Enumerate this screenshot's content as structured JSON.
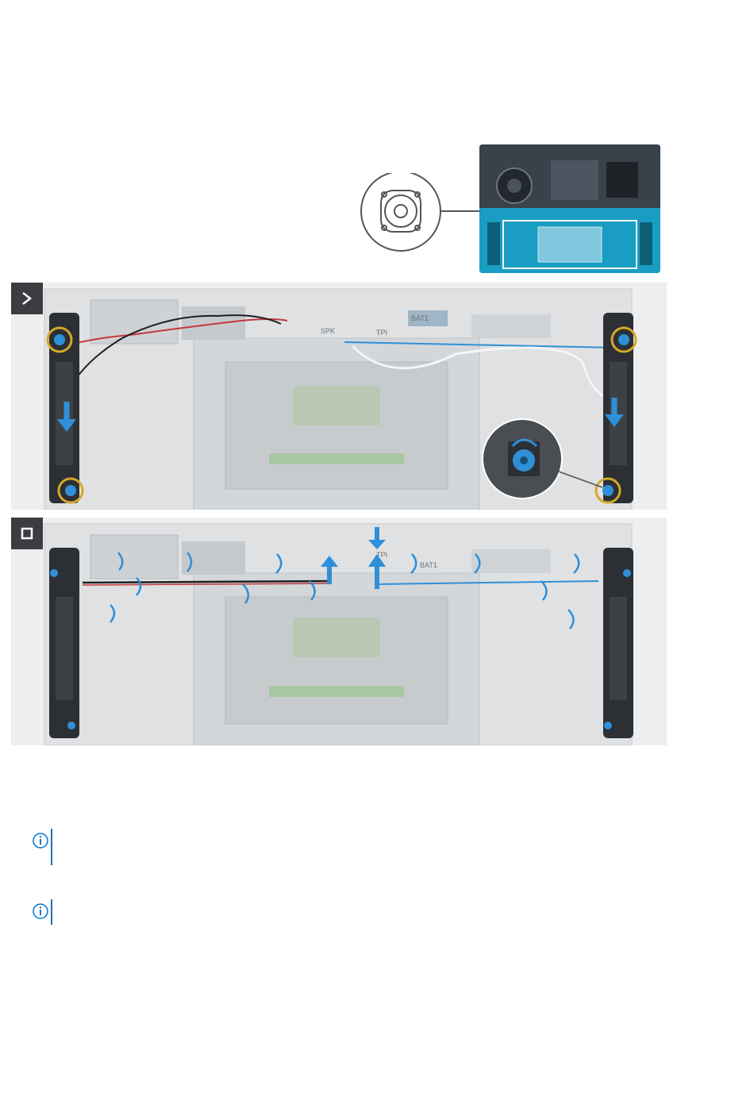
{
  "figure": {
    "overview": {
      "icon": "speaker-icon"
    },
    "steps": [
      {
        "icon": "chevron-right-icon",
        "labels": [
          "BAT1",
          "TPI",
          "SPK"
        ]
      },
      {
        "icon": "square-stop-icon",
        "labels": [
          "BAT1",
          "TPI"
        ]
      }
    ]
  },
  "notes": [
    {
      "icon": "info-icon"
    },
    {
      "icon": "info-icon"
    }
  ],
  "colors": {
    "accent": "#0076ce",
    "highlight_ring": "#d4a82b",
    "arrow_blue": "#2f8fd8",
    "panel_bg": "#eceeef"
  }
}
